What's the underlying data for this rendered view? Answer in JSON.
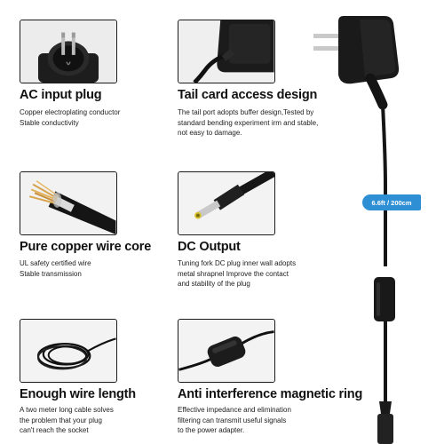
{
  "features": [
    {
      "id": "ac-input-plug",
      "title": "AC input plug",
      "desc": "Copper electroplating conductor\nStable conductivity",
      "image_icon": "plug-prongs-icon"
    },
    {
      "id": "tail-card",
      "title": "Tail card access design",
      "desc": "The tail port adopts buffer design,Tested by\nstandard bending experiment irm and stable,\nnot easy to damage.",
      "image_icon": "adapter-tail-icon"
    },
    {
      "id": "copper-core",
      "title": "Pure copper wire core",
      "desc": "UL safety certified wire\nStable transmission",
      "image_icon": "wire-core-icon"
    },
    {
      "id": "dc-output",
      "title": "DC Output",
      "desc": "Tuning fork DC plug inner wall adopts\nmetal shrapnel Improve the contact\nand stability of the plug",
      "image_icon": "dc-plug-icon"
    },
    {
      "id": "wire-length",
      "title": "Enough wire length",
      "desc": "A two meter long cable solves\nthe problem that your plug\ncan't reach the socket",
      "image_icon": "coiled-cable-icon"
    },
    {
      "id": "magnetic-ring",
      "title": "Anti interference magnetic ring",
      "desc": "Effective impedance and elimination\nfiltering can transmit useful signals\nto the power adapter.",
      "image_icon": "ferrite-ring-icon"
    }
  ],
  "product": {
    "length_label": "6.6ft / 200cm",
    "colors": {
      "badge": "#2f8fd4",
      "body": "#1a1a1a",
      "prong": "#c9c9c9"
    }
  }
}
